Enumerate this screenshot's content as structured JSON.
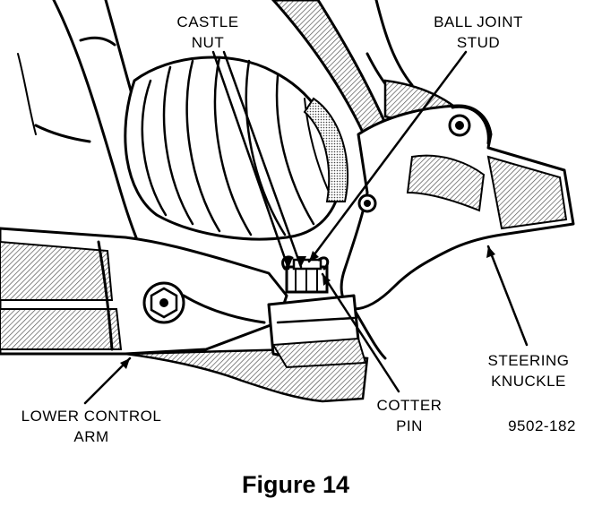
{
  "labels": {
    "castle_nut_line1": "CASTLE",
    "castle_nut_line2": "NUT",
    "ball_joint_line1": "BALL JOINT",
    "ball_joint_line2": "STUD",
    "steering_line1": "STEERING",
    "steering_line2": "KNUCKLE",
    "lower_arm_line1": "LOWER CONTROL",
    "lower_arm_line2": "ARM",
    "cotter_line1": "COTTER",
    "cotter_line2": "PIN",
    "part_code": "9502-182"
  },
  "caption": "Figure 14",
  "colors": {
    "ink": "#000000",
    "paper": "#ffffff",
    "hatch": "#8a8a8a"
  }
}
